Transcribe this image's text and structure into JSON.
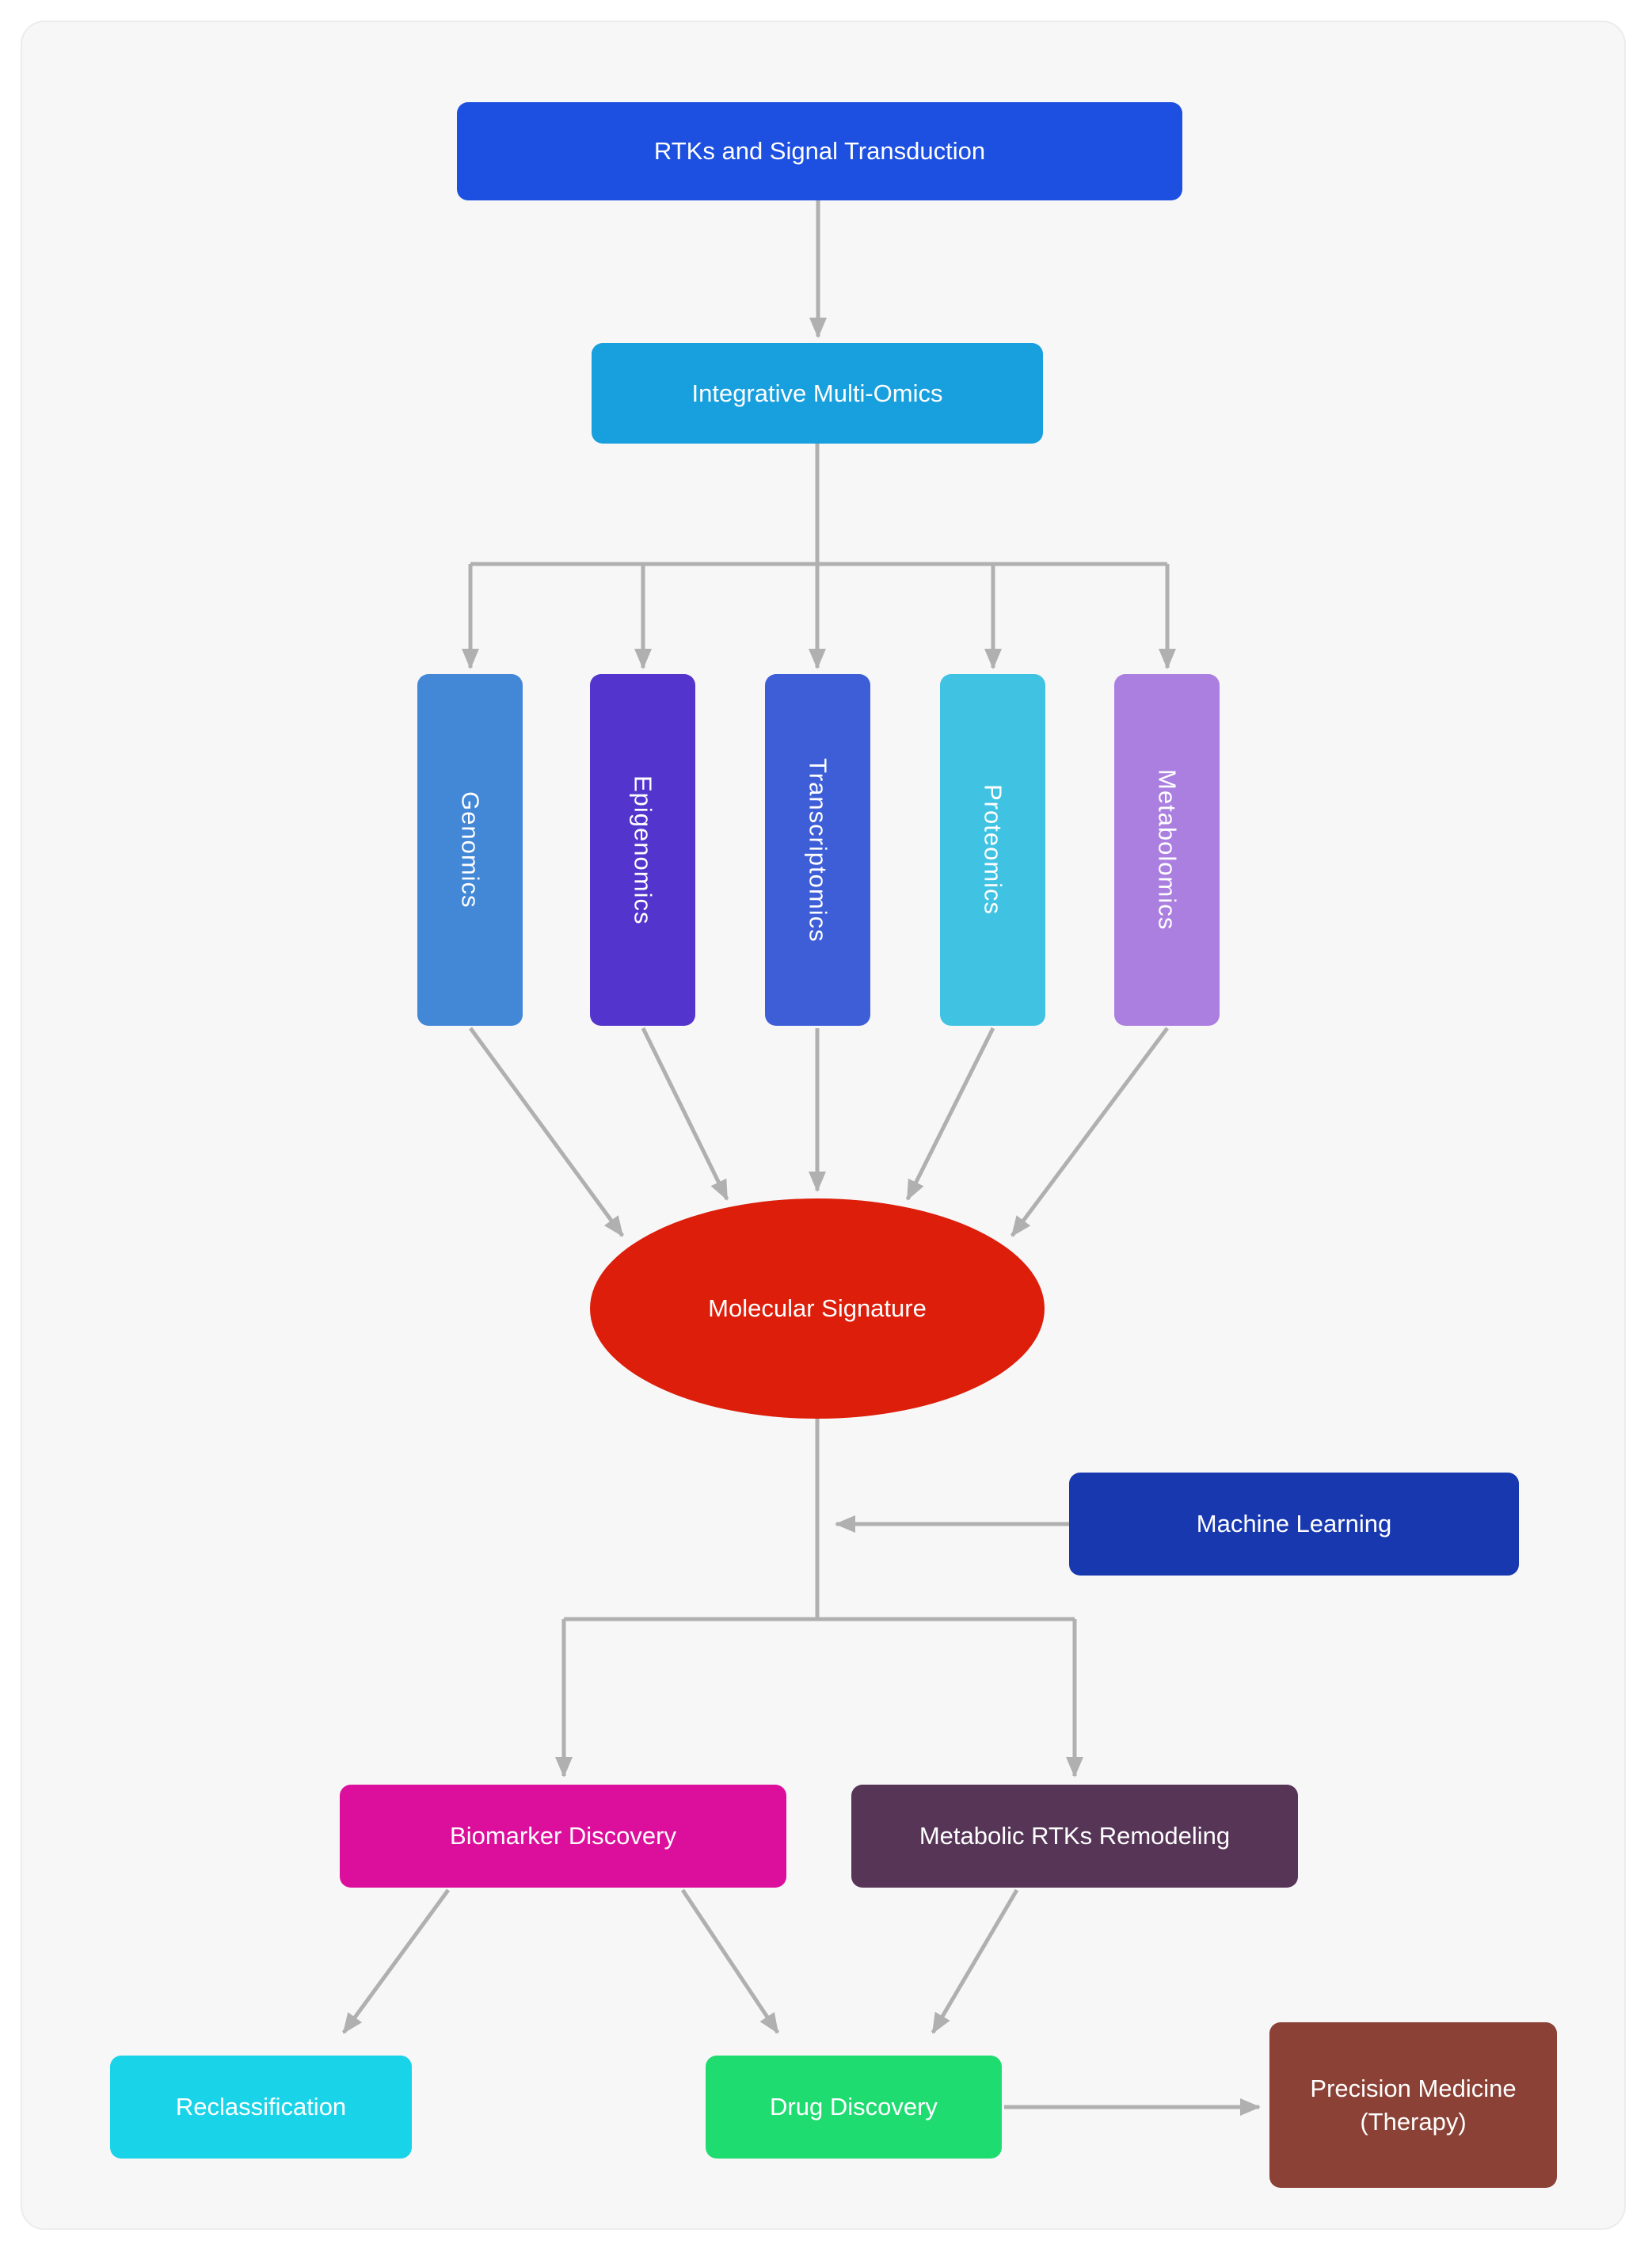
{
  "diagram": {
    "background": "#ffffff",
    "card_background": "#f7f7f8",
    "arrow_color": "#b0b0b0",
    "nodes": {
      "rtks": {
        "label": "RTKs and Signal Transduction",
        "color": "#1d50e0"
      },
      "multi_omics": {
        "label": "Integrative Multi-Omics",
        "color": "#189fdd"
      },
      "genomics": {
        "label": "Genomics",
        "color": "#4387d7"
      },
      "epigenomics": {
        "label": "Epigenomics",
        "color": "#5334cd"
      },
      "transcriptomics": {
        "label": "Transcriptomics",
        "color": "#3e5ed8"
      },
      "proteomics": {
        "label": "Proteomics",
        "color": "#40c3e3"
      },
      "metabolomics": {
        "label": "Metabolomics",
        "color": "#ab7fe0"
      },
      "molecular_signature": {
        "label": "Molecular Signature",
        "color": "#dc1e0a"
      },
      "machine_learning": {
        "label": "Machine Learning",
        "color": "#1838b0"
      },
      "biomarker_discovery": {
        "label": "Biomarker Discovery",
        "color": "#db0f9b"
      },
      "metabolic_rtks_remodeling": {
        "label": "Metabolic RTKs Remodeling",
        "color": "#563557"
      },
      "reclassification": {
        "label": "Reclassification",
        "color": "#19d3e8"
      },
      "drug_discovery": {
        "label": "Drug Discovery",
        "color": "#1fdc71"
      },
      "precision_medicine": {
        "label": "Precision Medicine (Therapy)",
        "color": "#8b4136"
      }
    },
    "edges": [
      {
        "from": "rtks",
        "to": "multi_omics"
      },
      {
        "from": "multi_omics",
        "to": "genomics"
      },
      {
        "from": "multi_omics",
        "to": "epigenomics"
      },
      {
        "from": "multi_omics",
        "to": "transcriptomics"
      },
      {
        "from": "multi_omics",
        "to": "proteomics"
      },
      {
        "from": "multi_omics",
        "to": "metabolomics"
      },
      {
        "from": "genomics",
        "to": "molecular_signature"
      },
      {
        "from": "epigenomics",
        "to": "molecular_signature"
      },
      {
        "from": "transcriptomics",
        "to": "molecular_signature"
      },
      {
        "from": "proteomics",
        "to": "molecular_signature"
      },
      {
        "from": "metabolomics",
        "to": "molecular_signature"
      },
      {
        "from": "machine_learning",
        "to": "molecular_signature_output_line"
      },
      {
        "from": "molecular_signature",
        "to": "biomarker_discovery"
      },
      {
        "from": "molecular_signature",
        "to": "metabolic_rtks_remodeling"
      },
      {
        "from": "biomarker_discovery",
        "to": "reclassification"
      },
      {
        "from": "biomarker_discovery",
        "to": "drug_discovery"
      },
      {
        "from": "metabolic_rtks_remodeling",
        "to": "drug_discovery"
      },
      {
        "from": "drug_discovery",
        "to": "precision_medicine"
      }
    ]
  }
}
